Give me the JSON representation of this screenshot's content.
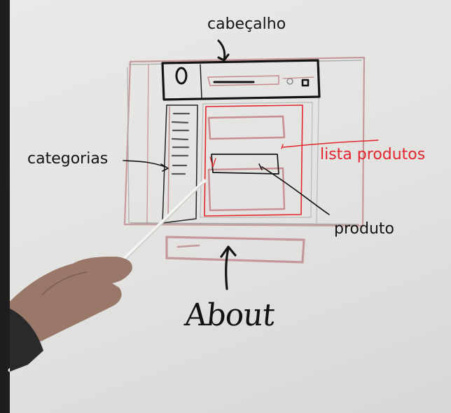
{
  "labels": {
    "header": "cabeçalho",
    "categories": "categorias",
    "product_list": "lista produtos",
    "product": "produto",
    "about": "About"
  },
  "colors": {
    "whiteboard": "#e4e4e2",
    "marker_black": "#141414",
    "marker_red": "#e3262e",
    "faint_pink": "#d6a4a6",
    "faint_gray": "#9c9c9c"
  }
}
